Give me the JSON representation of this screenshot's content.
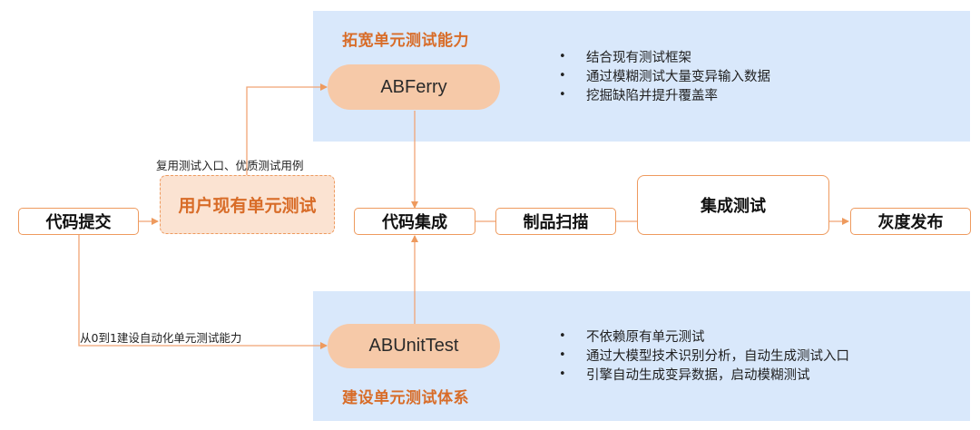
{
  "top_panel": {
    "title": "拓宽单元测试能力",
    "tool": "ABFerry",
    "bullets": [
      "结合现有测试框架",
      "通过模糊测试大量变异输入数据",
      "挖掘缺陷并提升覆盖率"
    ]
  },
  "bottom_panel": {
    "title": "建设单元测试体系",
    "tool": "ABUnitTest",
    "bullets": [
      "不依赖原有单元测试",
      "通过大模型技术识别分析，自动生成测试入口",
      "引擎自动生成变异数据，启动模糊测试"
    ]
  },
  "pipeline": {
    "code_commit": "代码提交",
    "existing_unit_tests": "用户现有单元测试",
    "code_integration": "代码集成",
    "artifact_scan": "制品扫描",
    "integration_test": "集成测试",
    "gray_release": "灰度发布"
  },
  "edge_labels": {
    "reuse": "复用测试入口、优质测试用例",
    "from_zero": "从0到1建设自动化单元测试能力"
  },
  "bullet_glyph": "•",
  "colors": {
    "accent": "#ee9a5e",
    "title_orange": "#d86c28",
    "panel_blue": "#d9e8fb",
    "pill_fill": "#f6c9a8"
  }
}
